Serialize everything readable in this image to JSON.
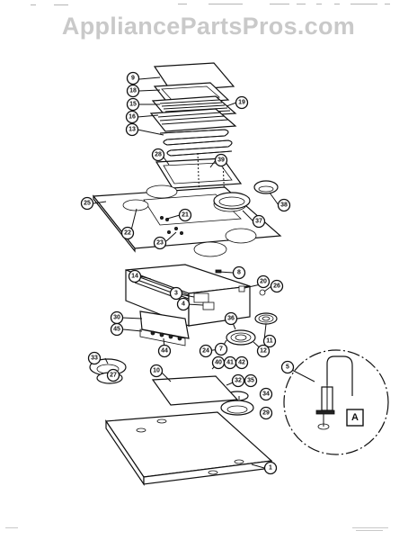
{
  "watermark": {
    "text": "AppliancePartsPros.com"
  },
  "diagram": {
    "callouts": [
      {
        "id": "9",
        "label": "9"
      },
      {
        "id": "18",
        "label": "18"
      },
      {
        "id": "15",
        "label": "15"
      },
      {
        "id": "16",
        "label": "16"
      },
      {
        "id": "13",
        "label": "13"
      },
      {
        "id": "19",
        "label": "19"
      },
      {
        "id": "28",
        "label": "28"
      },
      {
        "id": "39",
        "label": "39"
      },
      {
        "id": "25",
        "label": "25"
      },
      {
        "id": "38",
        "label": "38"
      },
      {
        "id": "21",
        "label": "21"
      },
      {
        "id": "37",
        "label": "37"
      },
      {
        "id": "22",
        "label": "22"
      },
      {
        "id": "23",
        "label": "23"
      },
      {
        "id": "14",
        "label": "14"
      },
      {
        "id": "8",
        "label": "8"
      },
      {
        "id": "20",
        "label": "20"
      },
      {
        "id": "26",
        "label": "26"
      },
      {
        "id": "3",
        "label": "3"
      },
      {
        "id": "4",
        "label": "4"
      },
      {
        "id": "30",
        "label": "30"
      },
      {
        "id": "36",
        "label": "36"
      },
      {
        "id": "45",
        "label": "45"
      },
      {
        "id": "11",
        "label": "11"
      },
      {
        "id": "44",
        "label": "44"
      },
      {
        "id": "7",
        "label": "7"
      },
      {
        "id": "24",
        "label": "24"
      },
      {
        "id": "12",
        "label": "12"
      },
      {
        "id": "33",
        "label": "33"
      },
      {
        "id": "40",
        "label": "40"
      },
      {
        "id": "41",
        "label": "41"
      },
      {
        "id": "42",
        "label": "42"
      },
      {
        "id": "27",
        "label": "27"
      },
      {
        "id": "10",
        "label": "10"
      },
      {
        "id": "32",
        "label": "32"
      },
      {
        "id": "35",
        "label": "35"
      },
      {
        "id": "34",
        "label": "34"
      },
      {
        "id": "29",
        "label": "29"
      },
      {
        "id": "1",
        "label": "1"
      },
      {
        "id": "5",
        "label": "5"
      }
    ],
    "detail_tag": "A"
  }
}
